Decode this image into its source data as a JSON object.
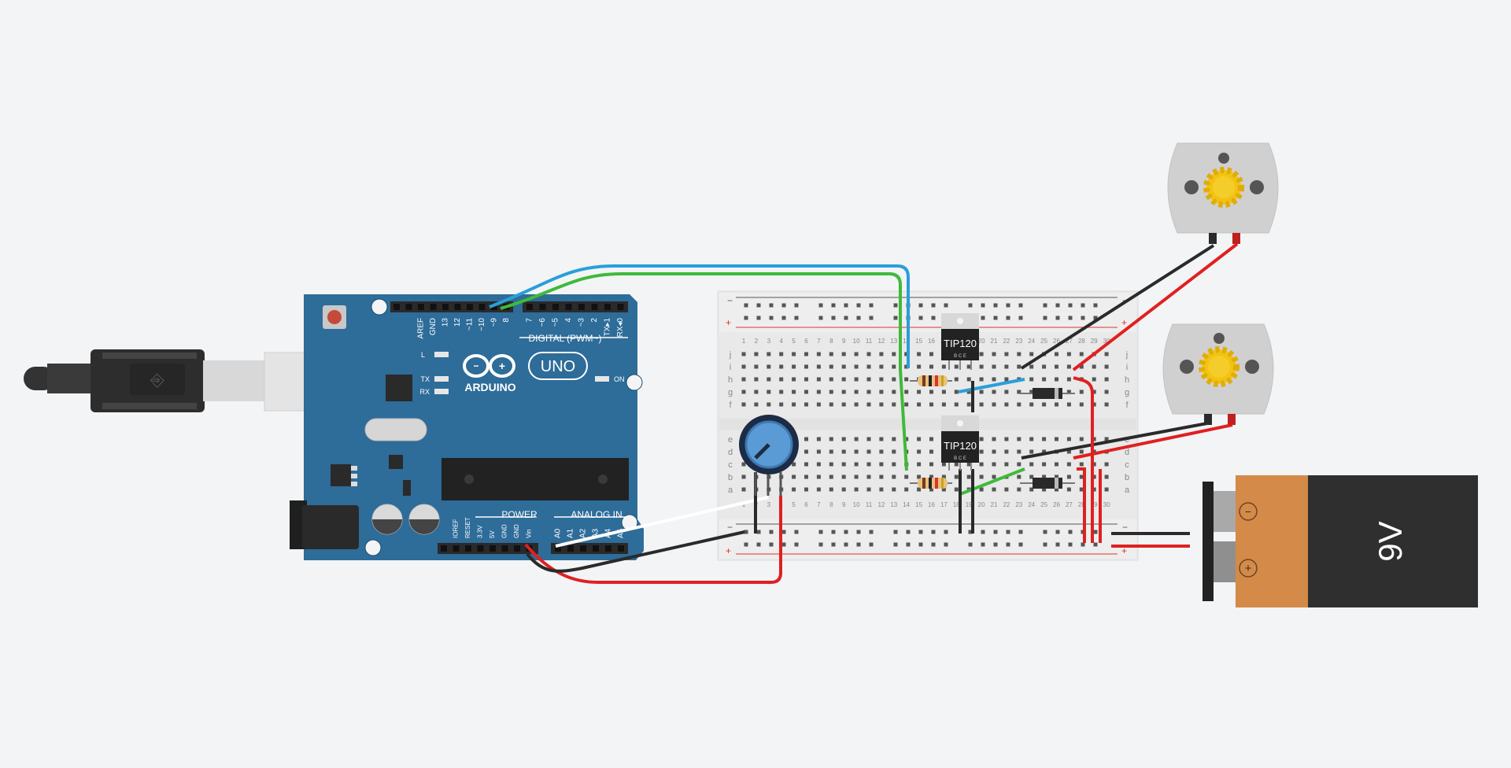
{
  "arduino": {
    "brand": "ARDUINO",
    "model": "UNO",
    "digital_header": "DIGITAL (PWM~)",
    "digital_pins": [
      "AREF",
      "GND",
      "13",
      "12",
      "~11",
      "~10",
      "~9",
      "8",
      "7",
      "~6",
      "~5",
      "4",
      "~3",
      "2",
      "TX▸1",
      "RX◂0"
    ],
    "power_header": "POWER",
    "analog_header": "ANALOG IN",
    "power_pins": [
      "IOREF",
      "RESET",
      "3.3V",
      "5V",
      "GND",
      "GND",
      "Vin"
    ],
    "analog_pins": [
      "A0",
      "A1",
      "A2",
      "A3",
      "A4",
      "A5"
    ],
    "led_labels": [
      "L",
      "TX",
      "RX"
    ],
    "on_label": "ON"
  },
  "breadboard": {
    "rail_minus": "−",
    "rail_plus": "+",
    "top_row_letters": [
      "j",
      "i",
      "h",
      "g",
      "f"
    ],
    "bottom_row_letters": [
      "e",
      "d",
      "c",
      "b",
      "a"
    ],
    "column_count": 30
  },
  "transistors": [
    {
      "label": "TIP120",
      "pins": "B C E"
    },
    {
      "label": "TIP120",
      "pins": "B C E"
    }
  ],
  "battery": {
    "label": "9V",
    "minus": "−",
    "plus": "+"
  },
  "colors": {
    "background": "#f2f4f6",
    "arduino_board": "#2e6c99",
    "wire_blue": "#2a9fd8",
    "wire_green": "#3fba3a",
    "wire_red": "#e02020",
    "wire_black": "#2a2a2a",
    "wire_white": "#ffffff",
    "battery_orange": "#d48a48",
    "battery_body": "#2f2f2f",
    "motor_body": "#d0d0d0",
    "motor_gear": "#f2c313"
  }
}
